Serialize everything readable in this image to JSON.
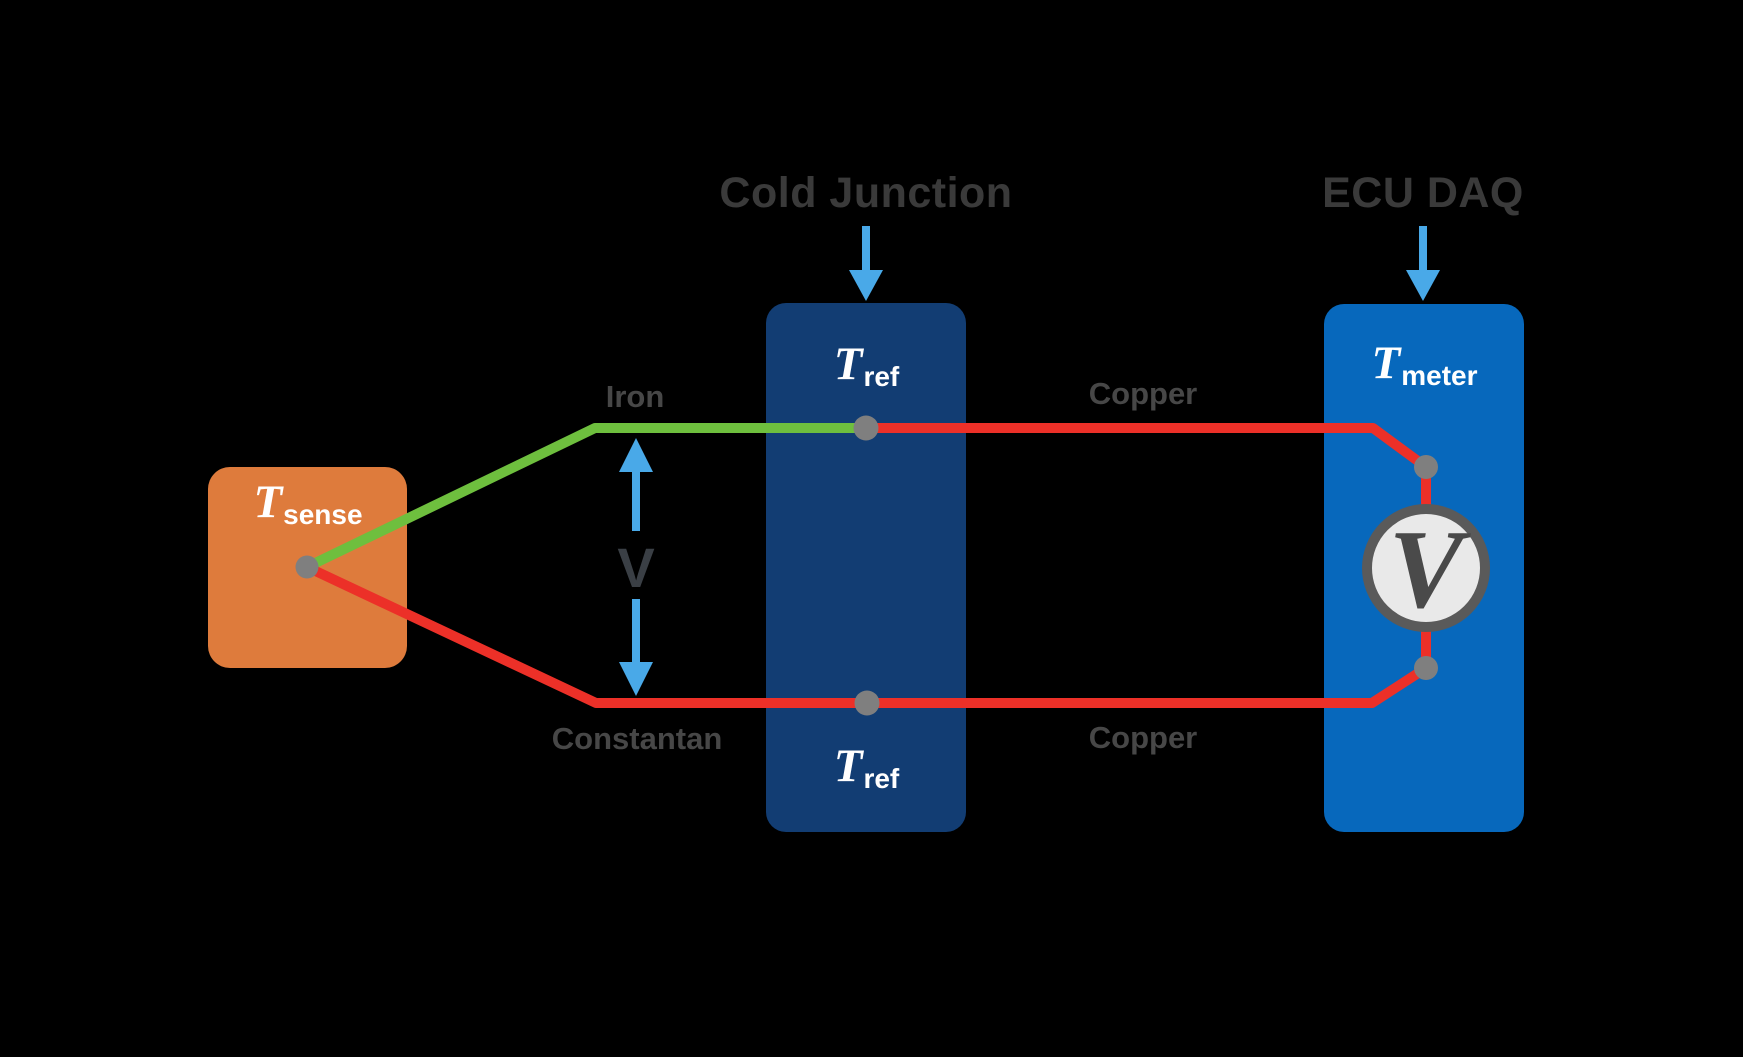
{
  "colors": {
    "background": "#000000",
    "sensor_box": "#DE7B3C",
    "cold_junction_box": "#123D73",
    "ecu_box": "#0768BC",
    "iron_wire": "#6EBF3E",
    "red_wire": "#EC3028",
    "arrow_blue": "#49A9E8",
    "junction_dot": "#7F7F7F",
    "title_text": "#3A3A3A",
    "wire_label_text": "#474747",
    "box_label_text": "#FFFFFF",
    "voltmeter_ring": "#5A5A5A",
    "voltmeter_fill": "#E9E9E9",
    "voltmeter_text": "#4A4A4A",
    "voltage_label_text": "#3A3F45"
  },
  "titles": {
    "cold_junction": "Cold Junction",
    "ecu_daq": "ECU DAQ"
  },
  "boxes": {
    "sensor": {
      "label_main": "T",
      "label_sub": "sense"
    },
    "cold_junction_top": {
      "label_main": "T",
      "label_sub": "ref"
    },
    "cold_junction_bottom": {
      "label_main": "T",
      "label_sub": "ref"
    },
    "ecu": {
      "label_main": "T",
      "label_sub": "meter"
    }
  },
  "wire_labels": {
    "iron": "Iron",
    "copper_top": "Copper",
    "copper_bottom": "Copper",
    "constantan": "Constantan"
  },
  "voltage_label": "V",
  "voltmeter_label": "V"
}
